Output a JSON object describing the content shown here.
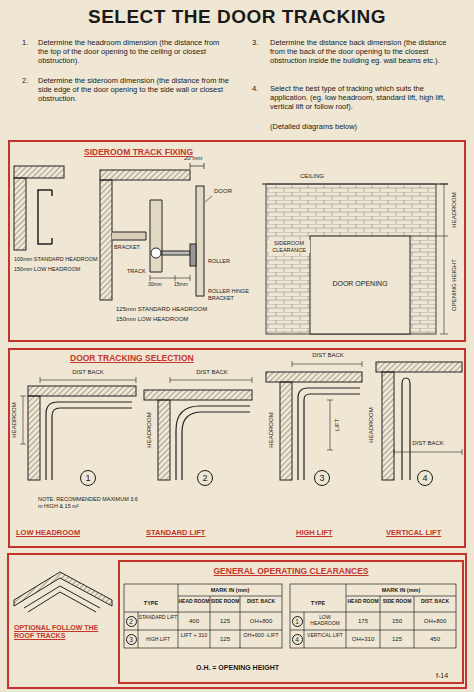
{
  "diagram": {
    "title": "SELECT THE DOOR TRACKING",
    "nodes": [
      {
        "text": [
          "SIDEROOM TRACK FIXING"
        ]
      },
      {
        "text": [
          "DOOR TRACKING SELECTION"
        ]
      },
      {
        "text": [
          "1"
        ],
        "in": 1
      },
      {
        "text": [
          "2"
        ],
        "in": 1
      },
      {
        "text": [
          "3"
        ],
        "in": 1
      },
      {
        "text": [
          "4"
        ],
        "in": 1
      },
      {
        "text": [
          "GENERAL OPERATING CLEARANCES"
        ]
      },
      {
        "text": [
          "2"
        ],
        "in": 6
      },
      {
        "text": [
          "3"
        ],
        "in": 6
      },
      {
        "text": [
          "1"
        ],
        "in": 6
      },
      {
        "text": [
          "4"
        ],
        "in": 6
      }
    ],
    "labels": [
      "1.",
      "Determine the headroom dimension (the distance from the top of the door opening to the ceiling or closest obstruction).",
      "2.",
      "Determine the sideroom dimension (the distance from the side edge of the door opening to the side wall or closest obstruction.",
      "3.",
      "Determine the distance back dimension (the distance from the back of the door opening to the closest obstruction inside the building eg. wall beams etc.).",
      "4.",
      "Select the best type of tracking which suits the application. (eg. low headroom, standard lift, high lift, vertical lift or follow roof).",
      "(Detailed diagrams below)",
      "20 mm",
      "DOOR",
      "BRACKET",
      "TRACK",
      "ROLLER",
      "30mm",
      "15mm",
      "ROLLER HINGE BRACKET",
      "100mm STANDARD HEADROOM",
      "150mm LOW HEADROOM",
      "125mm STANDARD HEADROOM",
      "150mm LOW HEADROOM",
      "CEILING",
      "HEADROOM",
      "SIDEROOM CLEARANCE",
      "OPENING HEIGHT",
      "DOOR OPENING",
      "DIST BACK",
      "HEADROOM",
      "NOTE: RECOMMENDED MAXIMUM 3.6 m HIGH & 15 m²",
      "LOW HEADROOM",
      "DIST BACK",
      "HEADROOM",
      "STANDARD LIFT",
      "DIST BACK",
      "HEADROOM",
      "LIFT",
      "HIGH LIFT",
      "HEADROOM",
      "DIST BACK",
      "VERTICAL LIFT",
      "OPTIONAL FOLLOW THE ROOF TRACKS",
      "MARK IN (mm)",
      "TYPE",
      "HEAD ROOM",
      "SIDE ROOM",
      "DIST. BACK",
      "STANDARD LIFT",
      "400",
      "125",
      "OH+800",
      "HIGH LIFT",
      "LIFT + 310",
      "125",
      "OH+600 -LIFT",
      "MARK IN (mm)",
      "TYPE",
      "HEAD ROOM",
      "SIDE ROOM",
      "DIST. BACK",
      "LOW HEADROOM",
      "175",
      "150",
      "OH+800",
      "VERTICAL LIFT",
      "OH+310",
      "125",
      "450",
      "O.H. = OPENING HEIGHT",
      "f-14"
    ]
  }
}
